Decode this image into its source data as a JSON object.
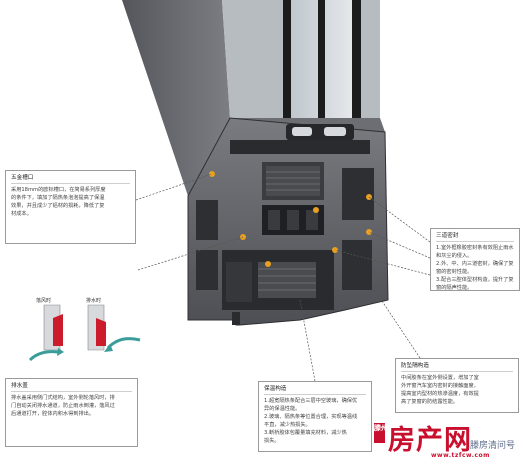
{
  "callouts": {
    "top": {
      "title": "五金槽口",
      "lines": [
        "采用18mm的欧标槽口，在简易系列厚度",
        "的条件下，填加了隔热条泡泡提高了保温",
        "效果，并且成少了铝材的损耗，降低了复",
        "材成本。"
      ]
    },
    "seal": {
      "title": "三道密封",
      "lines": [
        "1.室外框橡胶密封条有效阻止雨水",
        "   和灰尘的侵入。",
        "2.外、中、内三道密封，确保了复",
        "   窗的密封性能。",
        "3.配合三腔体型材构造，提升了复",
        "   窗的隔声性能。"
      ]
    },
    "drain": {
      "title": "排水盖",
      "lines": [
        "排水盖采用侧门式结构，室外侧轮落风时，排",
        "门自动关闭排水通道，防止雨水倒灌，落风过",
        "后通道打开，腔体内积水得到排出。"
      ]
    },
    "insul": {
      "title": "保温构造",
      "lines": [
        "1.超宽隔热条配合三层中空玻璃，确保优",
        "  异的保温性能。",
        "2.玻璃、隔热条等位置合理，实现等温线",
        "  平直，减少热损失。",
        "3.断桥胶体包覆量填充材料，减少热",
        "  损失。"
      ]
    },
    "struct": {
      "title": "防坠隔构造",
      "lines": [
        "中间胶条在室外侧设置，增加了室",
        "外开窗汽车室内密封的接触面度，",
        "提高室内型材的热渗温度，有效提",
        "高了复窗的防结露性能。"
      ]
    }
  },
  "labels": {
    "a": "落风时",
    "b": "排水时"
  },
  "watermark": {
    "city": "滕州",
    "brand": "房产网",
    "url": "www.tzfcw.com",
    "news": "滕房清问号"
  },
  "colors": {
    "accent": "#e8a020",
    "watermark": "#c8102e",
    "profile": "#6b6c70",
    "glass": "#1f1f1f"
  }
}
